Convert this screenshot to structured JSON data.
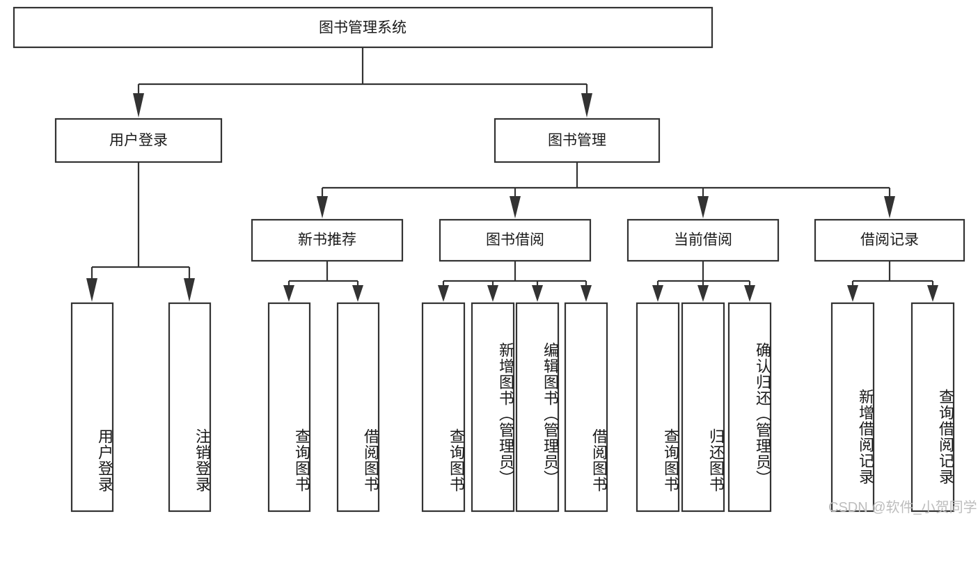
{
  "diagram": {
    "title": "图书管理系统",
    "type": "hierarchy-tree",
    "watermark": "CSDN @软件_小贺同学",
    "colors": {
      "stroke": "#333333",
      "fill": "#ffffff",
      "text": "#1a1a1a",
      "watermark": "#bdbdbd"
    },
    "root": {
      "label": "图书管理系统"
    },
    "level2": [
      {
        "label": "用户登录"
      },
      {
        "label": "图书管理"
      }
    ],
    "level3": [
      {
        "label": "新书推荐"
      },
      {
        "label": "图书借阅"
      },
      {
        "label": "当前借阅"
      },
      {
        "label": "借阅记录"
      }
    ],
    "leaves": {
      "user_login": [
        {
          "label": "用户登录"
        },
        {
          "label": "注销登录"
        }
      ],
      "new_book_recommend": [
        {
          "label": "查询图书"
        },
        {
          "label": "借阅图书"
        }
      ],
      "book_borrow": [
        {
          "label": "查询图书"
        },
        {
          "label": "新增图书（管理员）"
        },
        {
          "label": "编辑图书（管理员）"
        },
        {
          "label": "借阅图书"
        }
      ],
      "current_borrow": [
        {
          "label": "查询图书"
        },
        {
          "label": "归还图书"
        },
        {
          "label": "确认归还（管理员）"
        }
      ],
      "borrow_record": [
        {
          "label": "新增借阅记录"
        },
        {
          "label": "查询借阅记录"
        }
      ]
    }
  }
}
